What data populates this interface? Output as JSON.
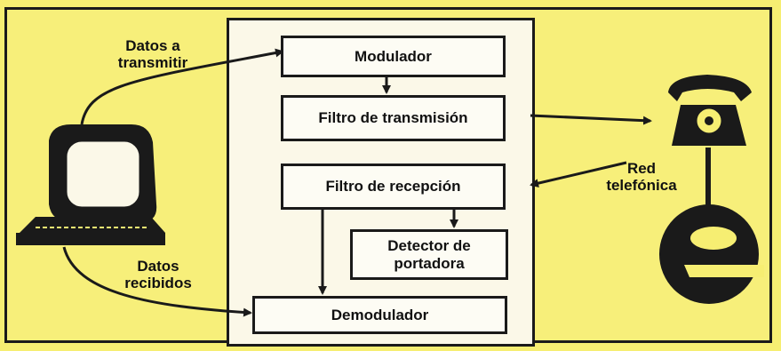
{
  "blocks": {
    "modulador": "Modulador",
    "filtro_tx": "Filtro de transmisión",
    "filtro_rx": "Filtro de recepción",
    "detector_line1": "Detector de",
    "detector_line2": "portadora",
    "demodulador": "Demodulador"
  },
  "labels": {
    "datos_tx_line1": "Datos a",
    "datos_tx_line2": "transmitir",
    "datos_rx_line1": "Datos",
    "datos_rx_line2": "recibidos",
    "red_line1": "Red",
    "red_line2": "telefónica"
  },
  "icons": [
    "computer-terminal-icon",
    "telephone-icon",
    "telefonica-logo-icon"
  ],
  "colors": {
    "background": "#f6ee72",
    "ink": "#1a1a1a",
    "box": "#fdfcf4"
  }
}
